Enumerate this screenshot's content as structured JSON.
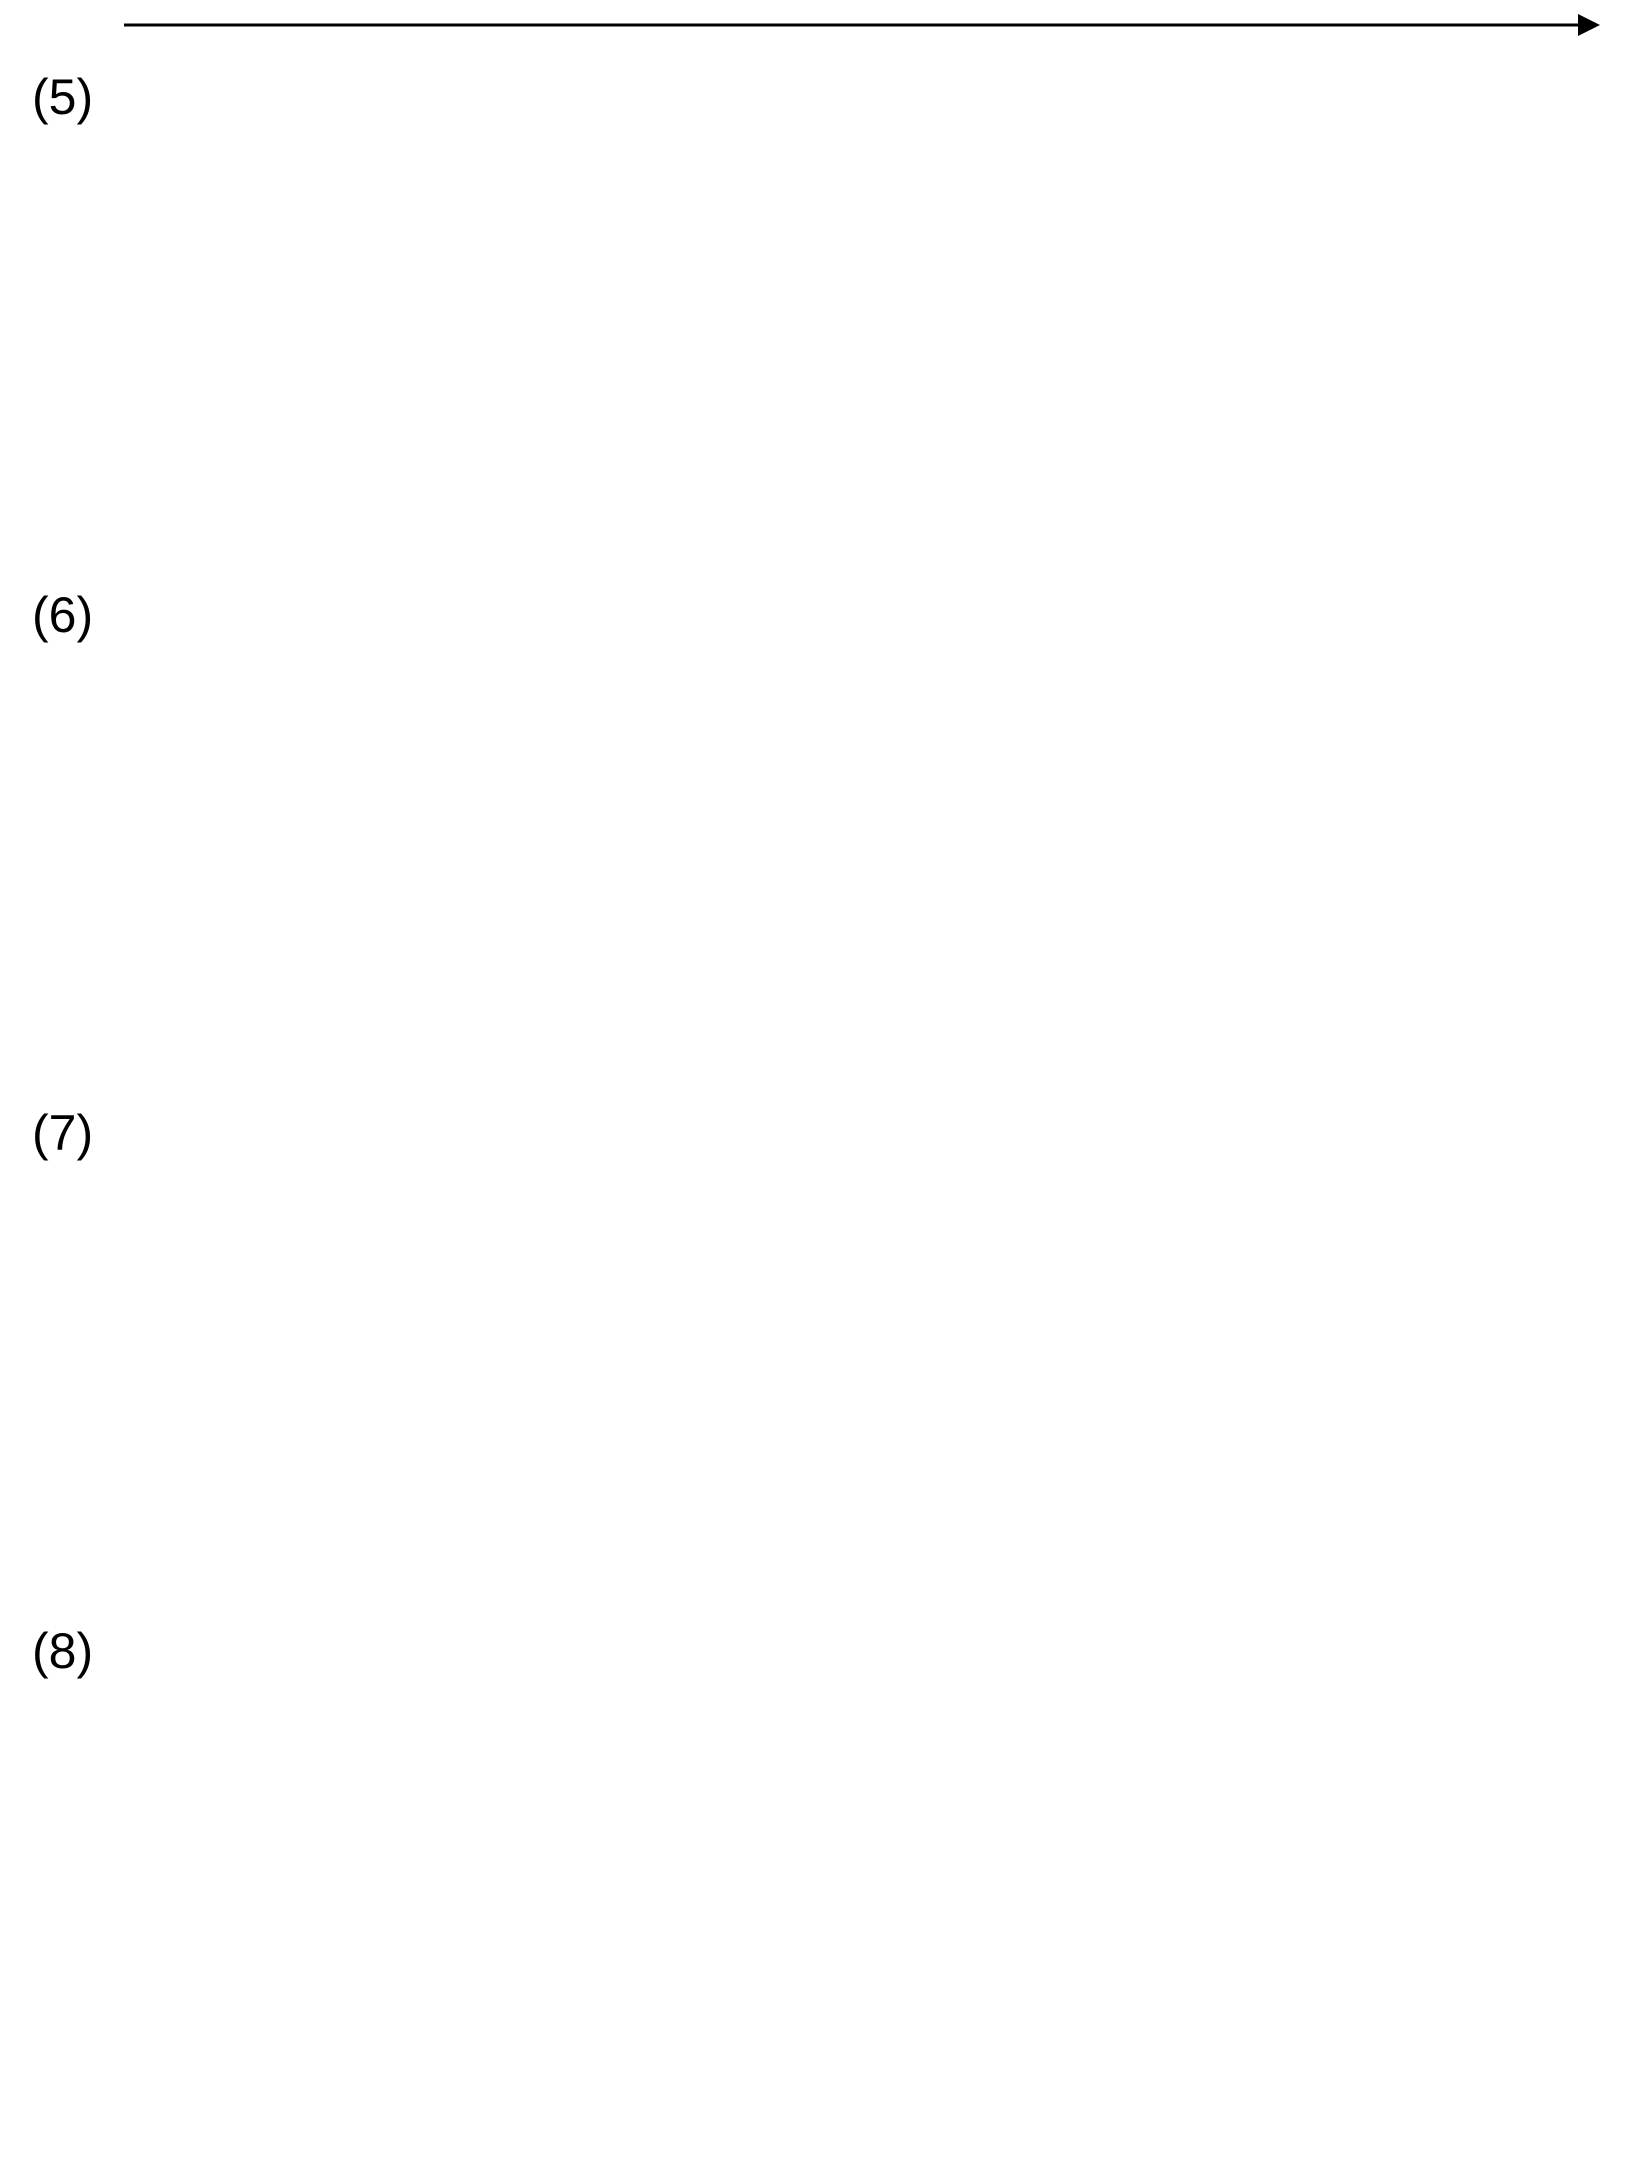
{
  "groups": [
    {
      "label": "(5)"
    },
    {
      "label": "(6)"
    },
    {
      "label": "(7)"
    },
    {
      "label": "(8)"
    }
  ],
  "colors": {
    "target_ball": "#ee4a42",
    "target_faded": "#e09896",
    "dynamic_object": "#b7c5cf",
    "static_object": "#111111",
    "highlight": "#b01c1c",
    "initial_background": "#dedede",
    "border": "#cfcfcf"
  }
}
